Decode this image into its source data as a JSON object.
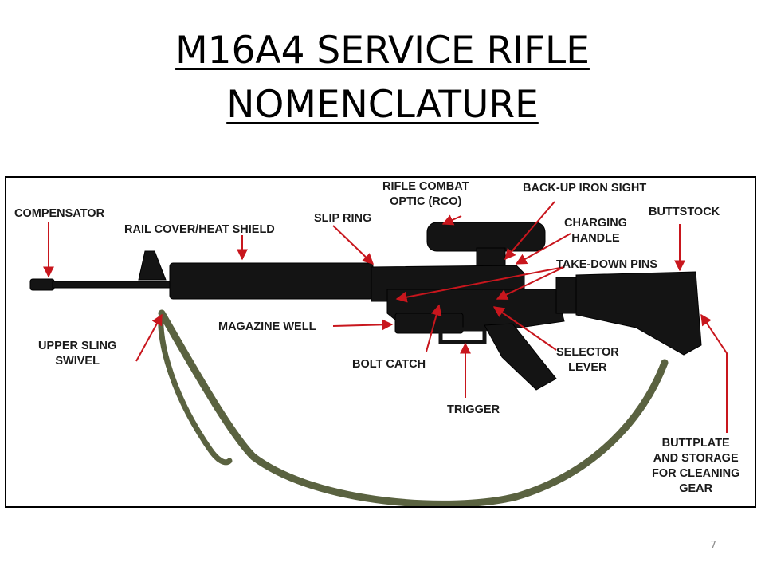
{
  "slide": {
    "title_line1": "M16A4 SERVICE RIFLE",
    "title_line2": "NOMENCLATURE",
    "page_number": "7"
  },
  "colors": {
    "arrow": "#c8161d",
    "rifle": "#141414",
    "sling": "#5a6240",
    "text": "#1a1a1a"
  },
  "diagram": {
    "labels": {
      "compensator": "COMPENSATOR",
      "rail_cover": "RAIL COVER/HEAT SHIELD",
      "slip_ring": "SLIP RING",
      "rco_line1": "RIFLE COMBAT",
      "rco_line2": "OPTIC (RCO)",
      "backup_sight": "BACK-UP IRON SIGHT",
      "charging_line1": "CHARGING",
      "charging_line2": "HANDLE",
      "buttstock": "BUTTSTOCK",
      "takedown_pins": "TAKE-DOWN PINS",
      "upper_sling_line1": "UPPER SLING",
      "upper_sling_line2": "SWIVEL",
      "magazine_well": "MAGAZINE WELL",
      "bolt_catch": "BOLT CATCH",
      "selector_line1": "SELECTOR",
      "selector_line2": "LEVER",
      "trigger": "TRIGGER",
      "buttplate_line1": "BUTTPLATE",
      "buttplate_line2": "AND STORAGE",
      "buttplate_line3": "FOR CLEANING",
      "buttplate_line4": "GEAR"
    }
  }
}
